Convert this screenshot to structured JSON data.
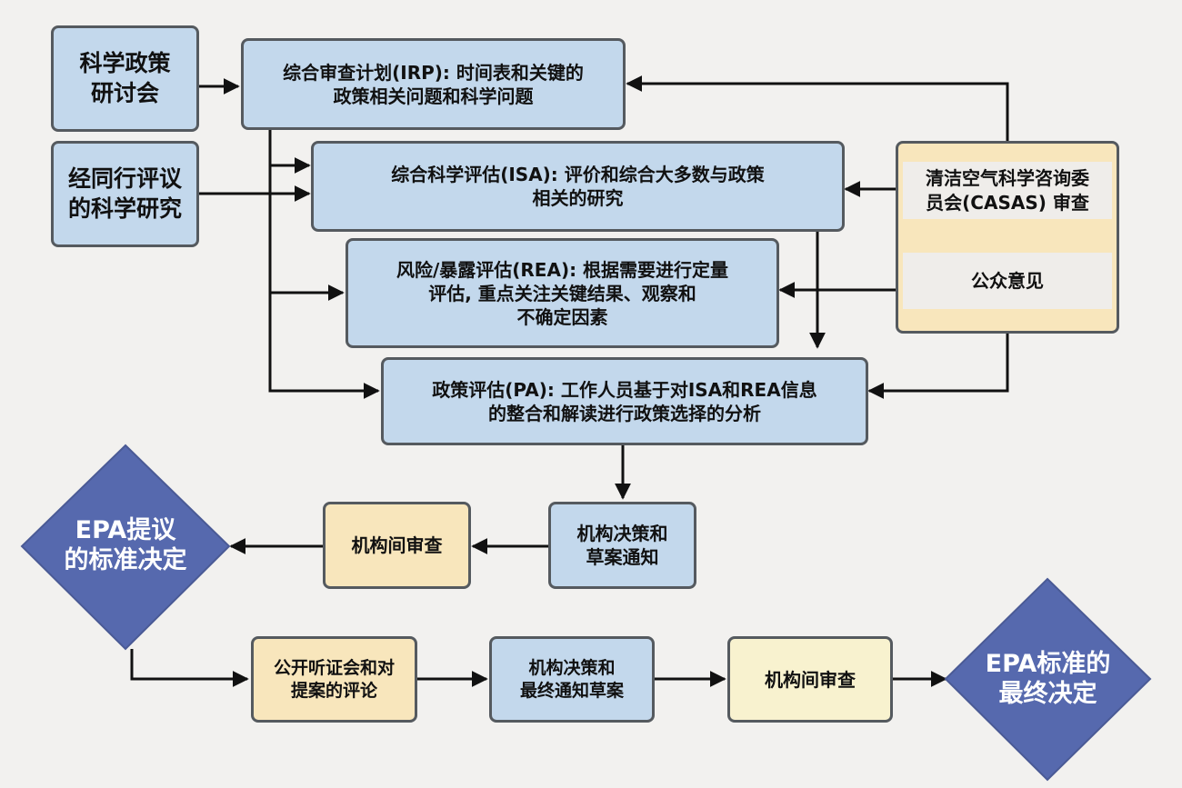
{
  "diagram": {
    "nodes": {
      "science_policy_workshop": {
        "label": "科学政策\n研讨会",
        "color": "#c3d8ec"
      },
      "peer_reviewed_research": {
        "label": "经同行评议\n的科学研究",
        "color": "#c3d8ec"
      },
      "irp": {
        "label": "综合审查计划(IRP): 时间表和关键的\n政策相关问题和科学问题",
        "color": "#c3d8ec"
      },
      "isa": {
        "label": "综合科学评估(ISA): 评价和综合大多数与政策\n相关的研究",
        "color": "#c3d8ec"
      },
      "rea": {
        "label": "风险/暴露评估(REA): 根据需要进行定量\n评估, 重点关注关键结果、观察和\n不确定因素",
        "color": "#c3d8ec"
      },
      "pa": {
        "label": "政策评估(PA): 工作人员基于对ISA和REA信息\n的整合和解读进行政策选择的分析",
        "color": "#c3d8ec"
      },
      "casas_review": {
        "label": "清洁空气科学咨询委\n员会(CASAS) 审查",
        "color": "#f8e6bc"
      },
      "public_comment": {
        "label": "公众意见",
        "color": "#f8e6bc"
      },
      "agency_decision_draft": {
        "label": "机构决策和\n草案通知",
        "color": "#c3d8ec"
      },
      "interagency_review_1": {
        "label": "机构间审查",
        "color": "#f8e6bc"
      },
      "epa_proposed_decision": {
        "label": "EPA提议\n的标准决定",
        "color": "#5669ae"
      },
      "public_hearing": {
        "label": "公开听证会和对\n提案的评论",
        "color": "#f8e6bc"
      },
      "agency_decision_final": {
        "label": "机构决策和\n最终通知草案",
        "color": "#c3d8ec"
      },
      "interagency_review_2": {
        "label": "机构间审查",
        "color": "#f8f2cf"
      },
      "epa_final_decision": {
        "label": "EPA标准的\n最终决定",
        "color": "#5669ae"
      }
    },
    "edges": [
      {
        "from": "science_policy_workshop",
        "to": "irp"
      },
      {
        "from": "peer_reviewed_research",
        "to": "isa"
      },
      {
        "from": "irp",
        "to": "isa"
      },
      {
        "from": "irp",
        "to": "rea"
      },
      {
        "from": "irp",
        "to": "pa"
      },
      {
        "from": "isa",
        "to": "pa"
      },
      {
        "from": "casas_review",
        "to": "irp"
      },
      {
        "from": "casas_review",
        "to": "isa"
      },
      {
        "from": "casas_review",
        "to": "rea"
      },
      {
        "from": "casas_review",
        "to": "pa"
      },
      {
        "from": "pa",
        "to": "agency_decision_draft"
      },
      {
        "from": "agency_decision_draft",
        "to": "interagency_review_1"
      },
      {
        "from": "interagency_review_1",
        "to": "epa_proposed_decision"
      },
      {
        "from": "epa_proposed_decision",
        "to": "public_hearing"
      },
      {
        "from": "public_hearing",
        "to": "agency_decision_final"
      },
      {
        "from": "agency_decision_final",
        "to": "interagency_review_2"
      },
      {
        "from": "interagency_review_2",
        "to": "epa_final_decision"
      }
    ],
    "colors": {
      "background": "#f2f1ef",
      "blue_box": "#c3d8ec",
      "peach_box": "#f8e6bc",
      "cream_box": "#f8f2cf",
      "diamond": "#5669ae",
      "border": "#555a5f",
      "arrow": "#111111"
    }
  }
}
